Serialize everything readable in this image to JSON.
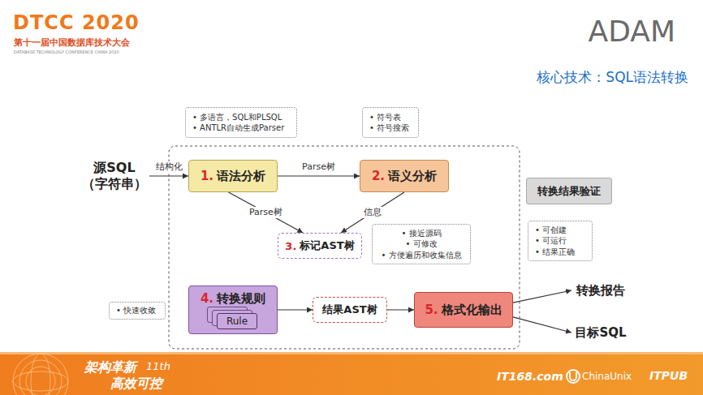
{
  "diagram": {
    "title": "ADAM",
    "nodes": [
      {
        "text": [
          "源SQL （字符串）"
        ]
      },
      {
        "text": [
          "• 多语言，SQL和PLSQL",
          "• ANTLR自动生成Parser"
        ]
      },
      {
        "text": [
          "1.",
          "语法分析"
        ]
      },
      {
        "text": [
          "• 符号表",
          "• 符号搜索"
        ]
      },
      {
        "text": [
          "2.",
          "语义分析"
        ]
      },
      {
        "text": [
          "3.",
          "标记AST树"
        ]
      },
      {
        "text": [
          "• 接近源码",
          "• 可修改",
          "• 方便遍历和收集信息"
        ]
      },
      {
        "text": [
          "转换结果验证"
        ]
      },
      {
        "text": [
          "• 可创建",
          "• 可运行",
          "• 结果正确"
        ]
      },
      {
        "text": [
          "• 快速收敛"
        ]
      },
      {
        "text": [
          "4.",
          "转换规则"
        ]
      },
      {
        "text": [
          "Rule"
        ],
        "in": 10
      },
      {
        "text": [
          "结果AST树"
        ]
      },
      {
        "text": [
          "5.",
          "格式化输出"
        ]
      },
      {
        "text": [
          "转换报告"
        ]
      },
      {
        "text": [
          "目标SQL"
        ]
      }
    ],
    "edges": [
      {
        "from": 0,
        "to": 2,
        "arrow": "to",
        "label": "结构化"
      },
      {
        "from": 2,
        "to": 4,
        "arrow": "to",
        "label": "Parse树"
      },
      {
        "from": 2,
        "to": 5,
        "arrow": "to",
        "label": "Parse树"
      },
      {
        "from": 4,
        "to": 5,
        "arrow": "to",
        "label": "信息"
      },
      {
        "from": 10,
        "to": 12,
        "arrow": "to"
      },
      {
        "from": 12,
        "to": 13,
        "arrow": "to"
      },
      {
        "from": 13,
        "to": 14,
        "arrow": "to"
      },
      {
        "from": 13,
        "to": 15,
        "arrow": "to"
      }
    ],
    "labels": [
      "DTCC 2020",
      "第十一届中国数据库技术大会",
      "DATABASE TECHNOLOGY CONFERENCE CHINA 2020",
      "核心技术：SQL语法转换",
      "架构革新",
      "11th",
      "高效可控",
      "IT168.com",
      "ChinaUnix",
      "ITPUB"
    ]
  }
}
